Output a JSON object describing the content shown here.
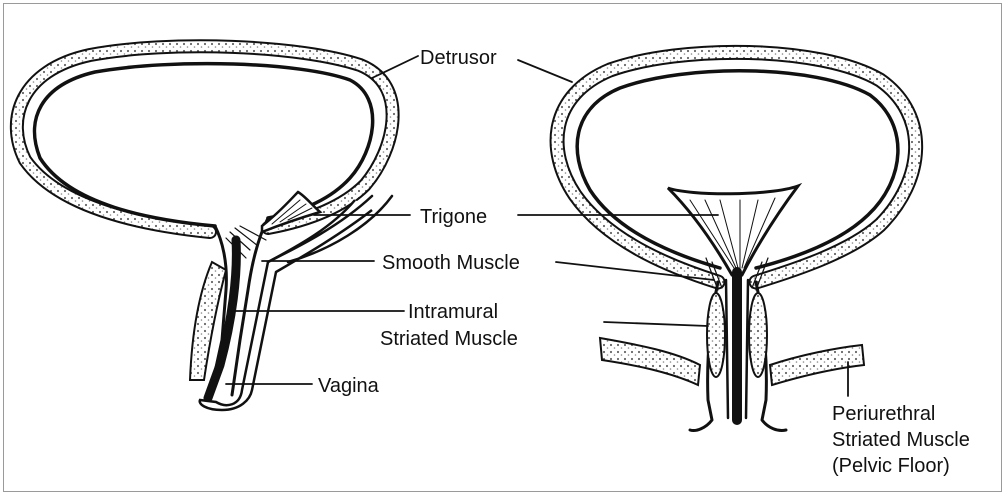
{
  "labels": {
    "detrusor": "Detrusor",
    "trigone": "Trigone",
    "smooth_muscle": "Smooth Muscle",
    "intramural_line1": "Intramural",
    "intramural_line2": "Striated Muscle",
    "vagina": "Vagina",
    "periurethral_line1": "Periurethral",
    "periurethral_line2": "Striated Muscle",
    "periurethral_line3": "(Pelvic Floor)"
  },
  "colors": {
    "ink": "#111111",
    "frame": "#9a9a9a",
    "background": "#ffffff"
  }
}
